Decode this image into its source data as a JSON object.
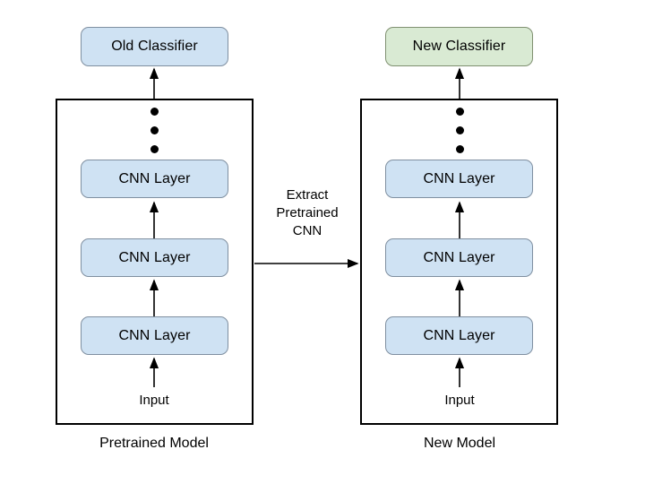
{
  "diagram": {
    "title_text": "",
    "colors": {
      "classifier_old_fill": "#cfe2f3",
      "classifier_new_fill": "#d9ead3",
      "cnn_layer_fill": "#cfe2f3",
      "outline": "#000000",
      "text": "#000000"
    },
    "transfer_label": {
      "line1": "Extract",
      "line2": "Pretrained",
      "line3": "CNN"
    },
    "left_model": {
      "caption": "Pretrained Model",
      "classifier": "Old Classifier",
      "layers": [
        "CNN Layer",
        "CNN Layer",
        "CNN Layer"
      ],
      "input_label": "Input",
      "ellipsis_dots": 3
    },
    "right_model": {
      "caption": "New Model",
      "classifier": "New Classifier",
      "layers": [
        "CNN Layer",
        "CNN Layer",
        "CNN Layer"
      ],
      "input_label": "Input",
      "ellipsis_dots": 3
    }
  }
}
